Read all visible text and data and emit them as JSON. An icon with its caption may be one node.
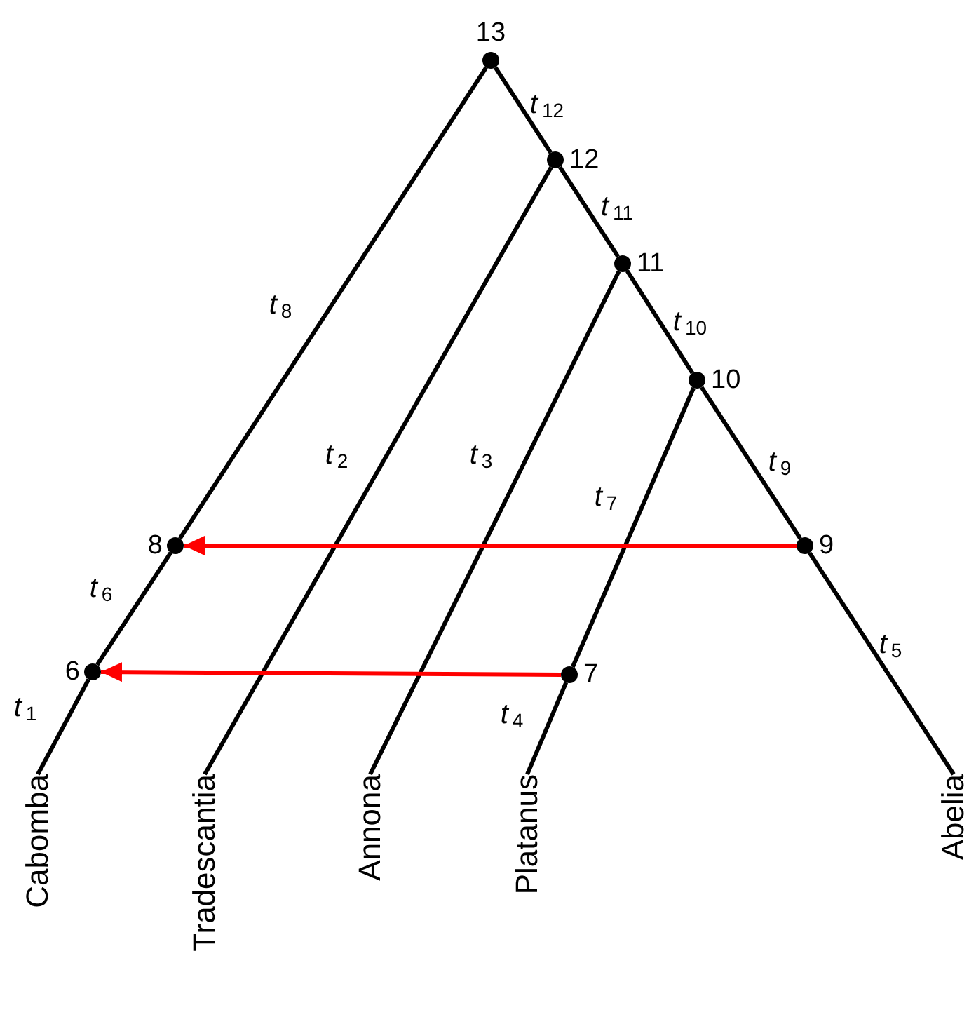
{
  "diagram": {
    "nodes": [
      {
        "text": [
          "Cabomba"
        ]
      },
      {
        "text": [
          "Tradescantia"
        ]
      },
      {
        "text": [
          "Annona"
        ]
      },
      {
        "text": [
          "Platanus"
        ]
      },
      {
        "text": [
          "Abelia"
        ]
      },
      {
        "text": [],
        "shape": "circle",
        "beside": [
          "6"
        ]
      },
      {
        "text": [],
        "shape": "circle",
        "beside": [
          "7"
        ]
      },
      {
        "text": [],
        "shape": "circle",
        "beside": [
          "8"
        ]
      },
      {
        "text": [],
        "shape": "circle",
        "beside": [
          "9"
        ]
      },
      {
        "text": [],
        "shape": "circle",
        "beside": [
          "10"
        ]
      },
      {
        "text": [],
        "shape": "circle",
        "beside": [
          "11"
        ]
      },
      {
        "text": [],
        "shape": "circle",
        "beside": [
          "12"
        ]
      },
      {
        "text": [],
        "shape": "circle",
        "beside": [
          "13"
        ]
      }
    ],
    "edges": [
      {
        "from": 12,
        "to": 7,
        "arrow": "none",
        "label": "*t*$_{8}$"
      },
      {
        "from": 7,
        "to": 5,
        "arrow": "none",
        "label": "*t*$_{6}$"
      },
      {
        "from": 5,
        "to": 0,
        "arrow": "none",
        "label": "*t*$_{1}$"
      },
      {
        "from": 11,
        "to": 1,
        "arrow": "none",
        "label": "*t*$_{2}$"
      },
      {
        "from": 10,
        "to": 2,
        "arrow": "none",
        "label": "*t*$_{3}$"
      },
      {
        "from": 9,
        "to": 6,
        "arrow": "none",
        "label": "*t*$_{7}$"
      },
      {
        "from": 6,
        "to": 3,
        "arrow": "none",
        "label": "*t*$_{4}$"
      },
      {
        "from": 12,
        "to": 11,
        "arrow": "none",
        "label": "*t*$_{12}$"
      },
      {
        "from": 11,
        "to": 10,
        "arrow": "none",
        "label": "*t*$_{11}$"
      },
      {
        "from": 10,
        "to": 9,
        "arrow": "none",
        "label": "*t*$_{10}$"
      },
      {
        "from": 9,
        "to": 8,
        "arrow": "none",
        "label": "*t*$_{9}$"
      },
      {
        "from": 8,
        "to": 4,
        "arrow": "none",
        "label": "*t*$_{5}$"
      },
      {
        "from": 8,
        "to": 7,
        "arrow": "to",
        "color": "#ff0000"
      },
      {
        "from": 6,
        "to": 5,
        "arrow": "to",
        "color": "#ff0000"
      }
    ]
  }
}
